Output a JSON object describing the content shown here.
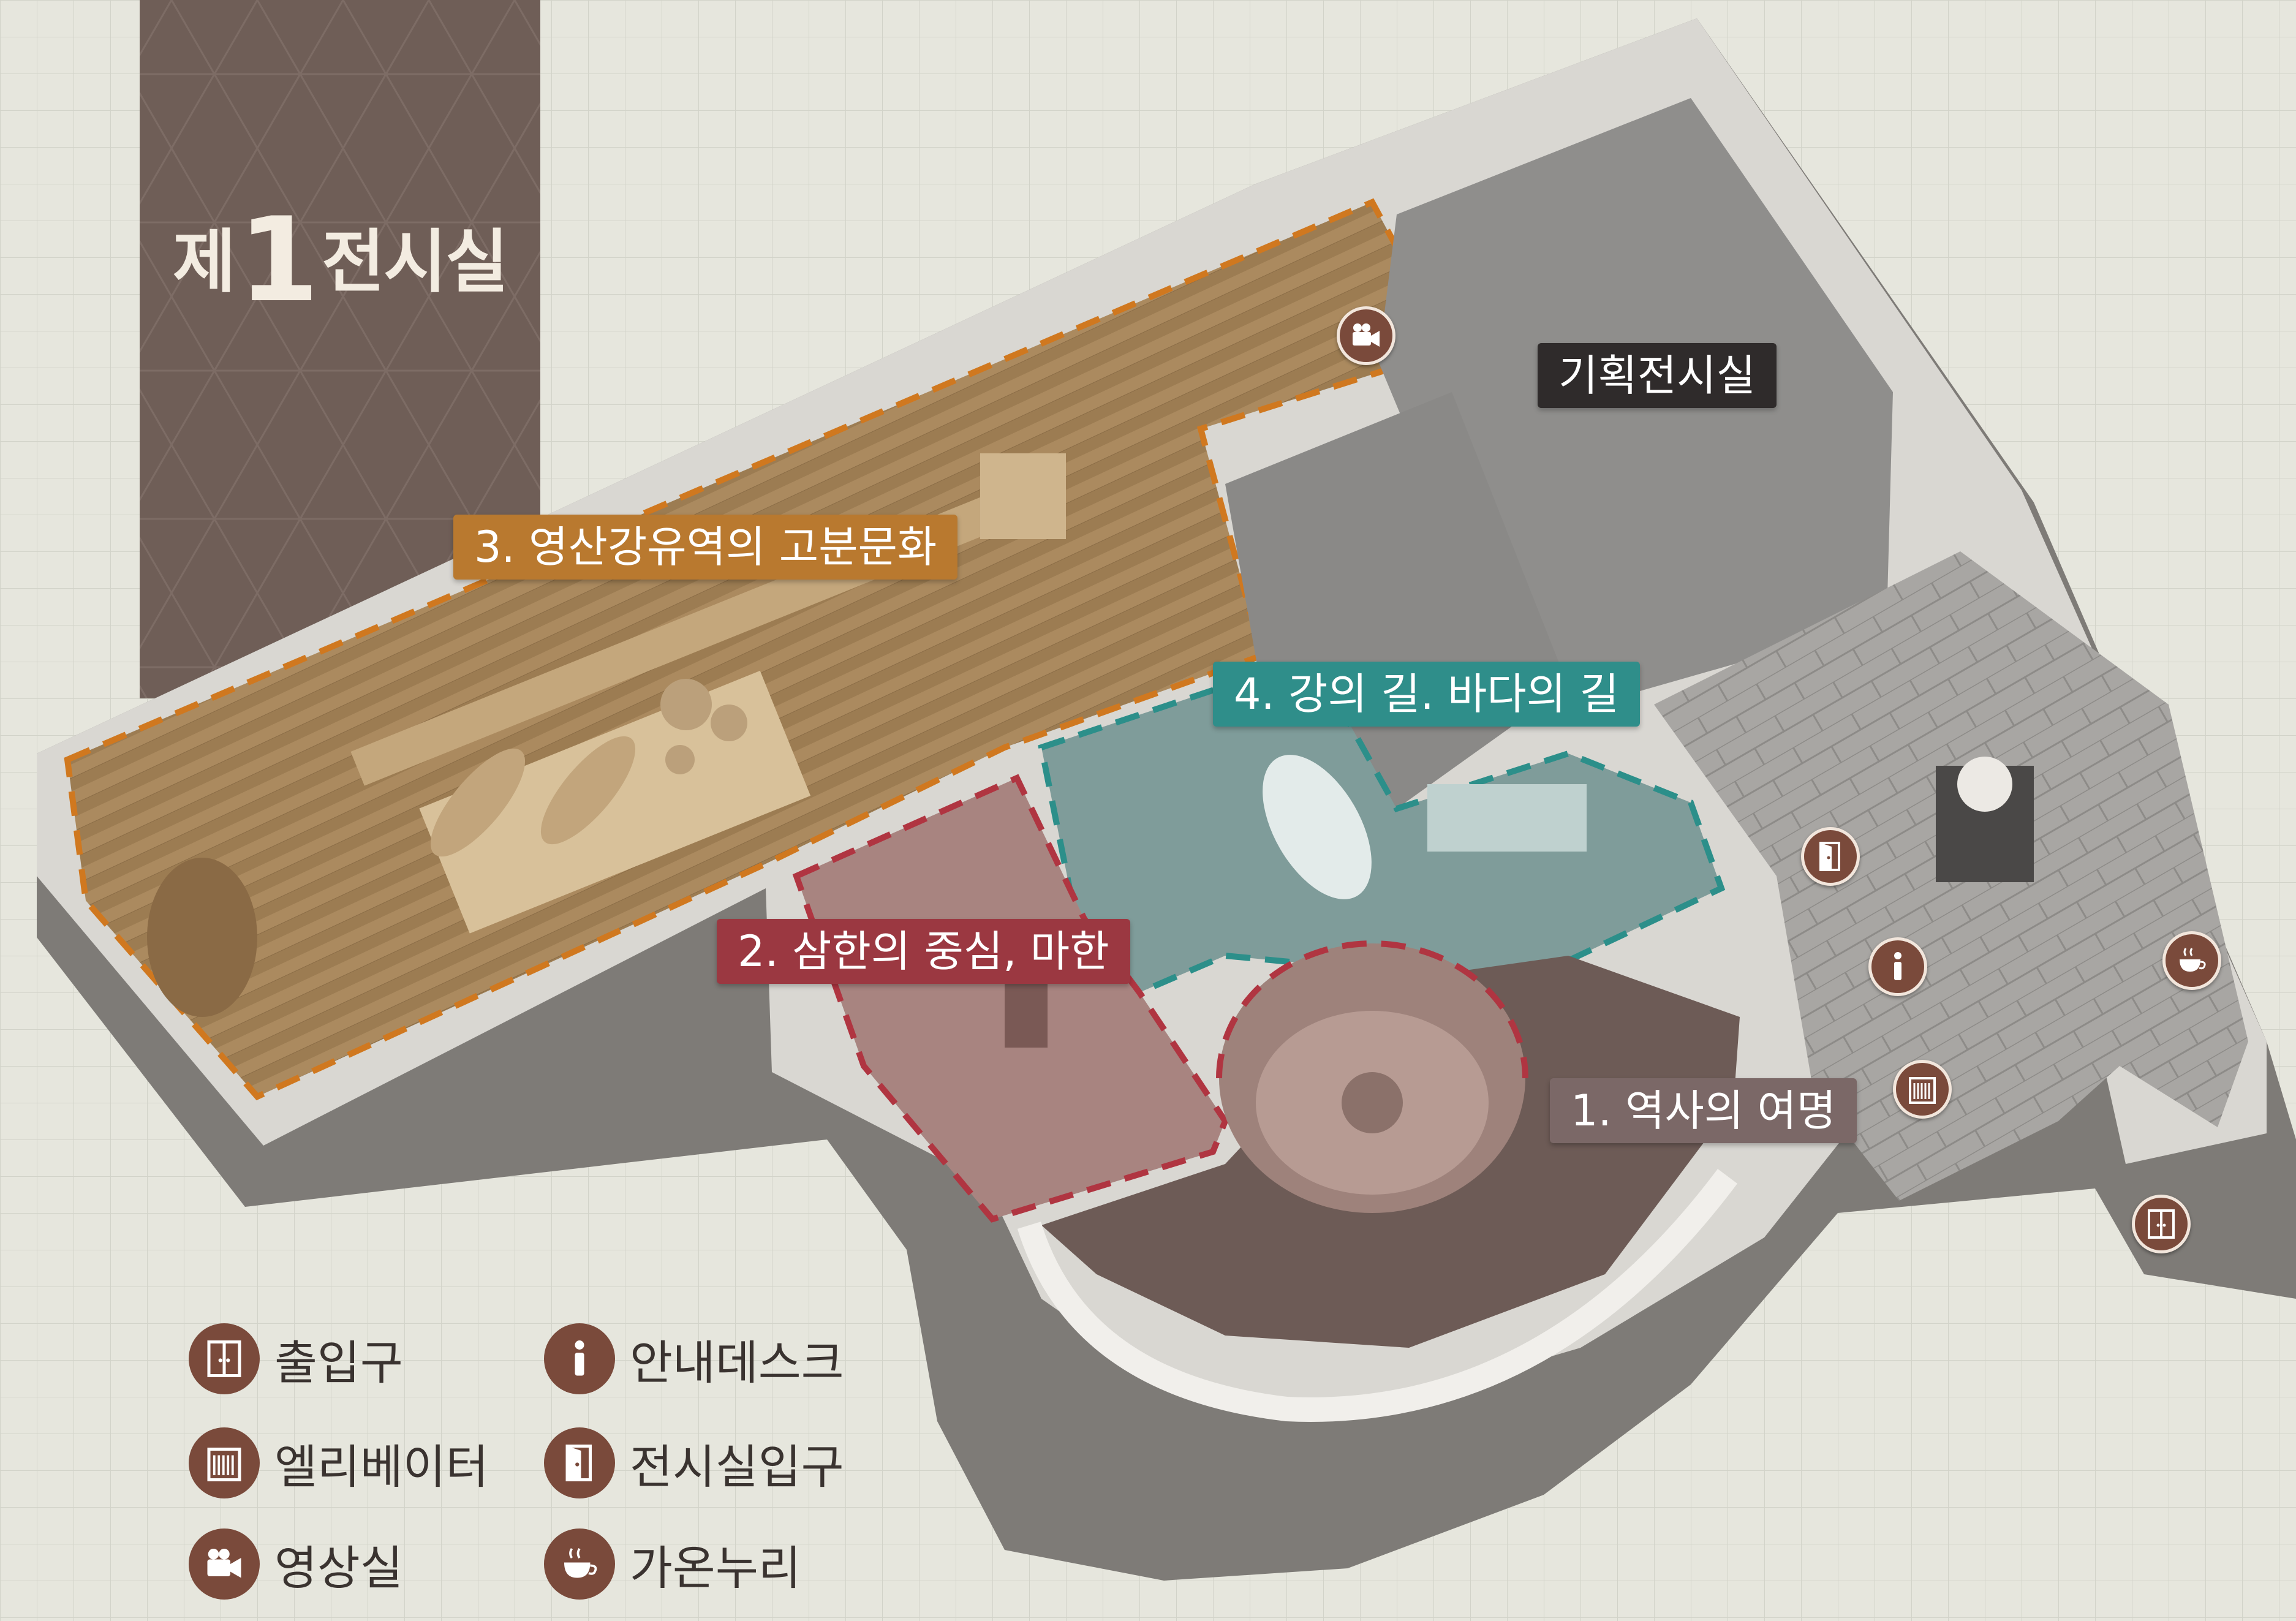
{
  "title": {
    "prefix": "제",
    "number": "1",
    "suffix": "전시실"
  },
  "zones": {
    "planning": {
      "label": "기획전시실",
      "color": "#2f2b2b"
    },
    "zone1": {
      "label": "1. 역사의 여명",
      "color": "#7b6867"
    },
    "zone2": {
      "label": "2. 삼한의 중심, 마한",
      "color": "#9b3841"
    },
    "zone3": {
      "label": "3. 영산강유역의 고분문화",
      "color": "#b9792f"
    },
    "zone4": {
      "label": "4. 강의 길. 바다의 길",
      "color": "#2f8e8a"
    }
  },
  "legend": [
    {
      "icon": "entrance-icon",
      "label": "출입구"
    },
    {
      "icon": "info-desk-icon",
      "label": "안내데스크"
    },
    {
      "icon": "elevator-icon",
      "label": "엘리베이터"
    },
    {
      "icon": "exhibit-entrance-icon",
      "label": "전시실입구"
    },
    {
      "icon": "video-room-icon",
      "label": "영상실"
    },
    {
      "icon": "cafe-icon",
      "label": "가온누리"
    }
  ],
  "colors": {
    "background": "#e6e6dd",
    "grid": "#cfd0c6",
    "title_panel": "#6f5e57",
    "icon": "#7a4a3b"
  }
}
